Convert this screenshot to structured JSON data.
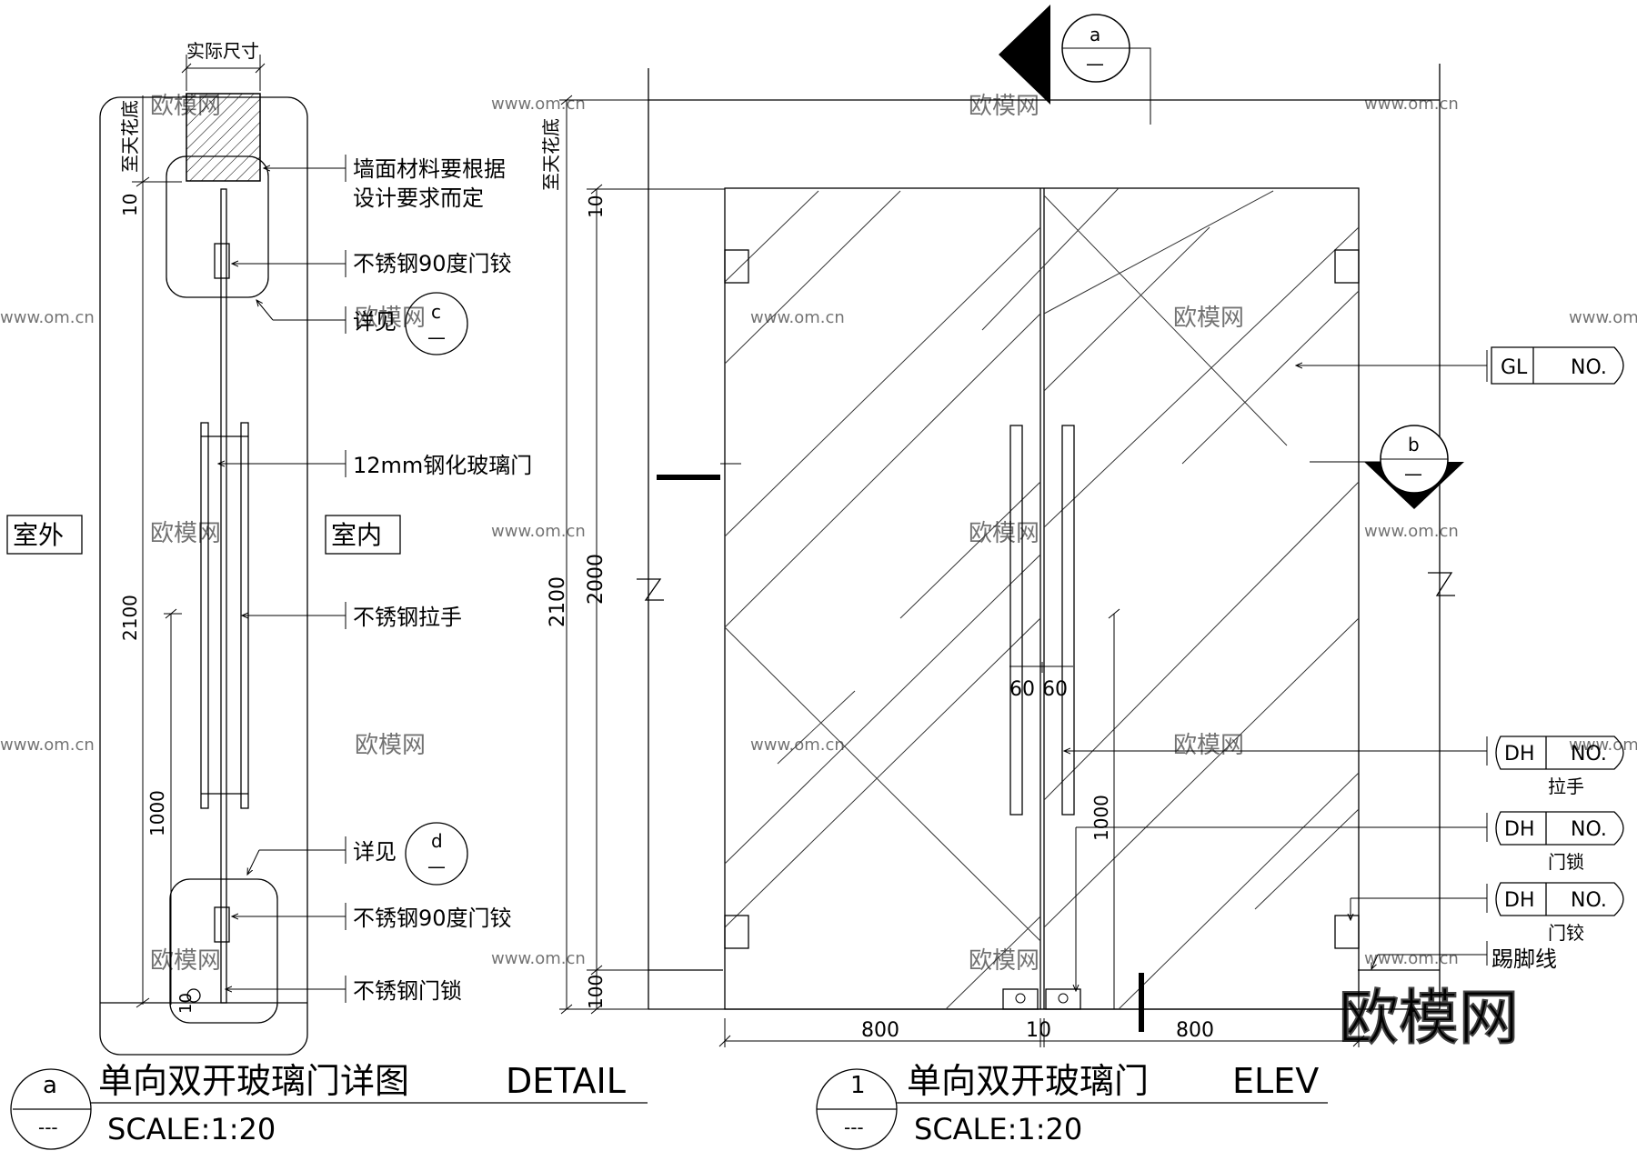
{
  "watermark": {
    "site": "www.om.cn",
    "brand": "欧模网",
    "big_brand": "欧模网"
  },
  "detail": {
    "top_dim": "实际尺寸",
    "to_ceiling": "至天花底",
    "outside": "室外",
    "inside": "室内",
    "dims": {
      "d10": "10",
      "d2100": "2100",
      "d1000": "1000",
      "d10b": "10"
    },
    "labels": {
      "wall": [
        "墙面材料要根据",
        "设计要求而定"
      ],
      "hinge_top": "不锈钢90度门铰",
      "see_c": "详见",
      "glass": "12mm钢化玻璃门",
      "handle": "不锈钢拉手",
      "see_d": "详见",
      "hinge_bottom": "不锈钢90度门铰",
      "lock": "不锈钢门锁"
    },
    "callouts": {
      "c": "c",
      "d": "d",
      "dash": "—"
    },
    "title": {
      "num": "a",
      "dash": "---",
      "name": "单向双开玻璃门详图",
      "type": "DETAIL",
      "scale": "SCALE:1:20"
    }
  },
  "elevation": {
    "to_ceiling": "至天花底",
    "dims": {
      "d10": "10",
      "d2100": "2100",
      "d2000": "2000",
      "d100": "100",
      "d60a": "60",
      "d60b": "60",
      "d1000": "1000",
      "d800a": "800",
      "d10b": "10",
      "d800b": "800"
    },
    "section_a": {
      "letter": "a",
      "dash": "—"
    },
    "section_b": {
      "letter": "b",
      "dash": "—"
    },
    "tags": [
      {
        "code": "GL",
        "no": "NO.",
        "caption": ""
      },
      {
        "code": "DH",
        "no": "NO.",
        "caption": "拉手"
      },
      {
        "code": "DH",
        "no": "NO.",
        "caption": "门锁"
      },
      {
        "code": "DH",
        "no": "NO.",
        "caption": "门铰"
      }
    ],
    "skirting": "踢脚线",
    "title": {
      "num": "1",
      "dash": "---",
      "name": "单向双开玻璃门",
      "type": "ELEV",
      "scale": "SCALE:1:20"
    }
  }
}
